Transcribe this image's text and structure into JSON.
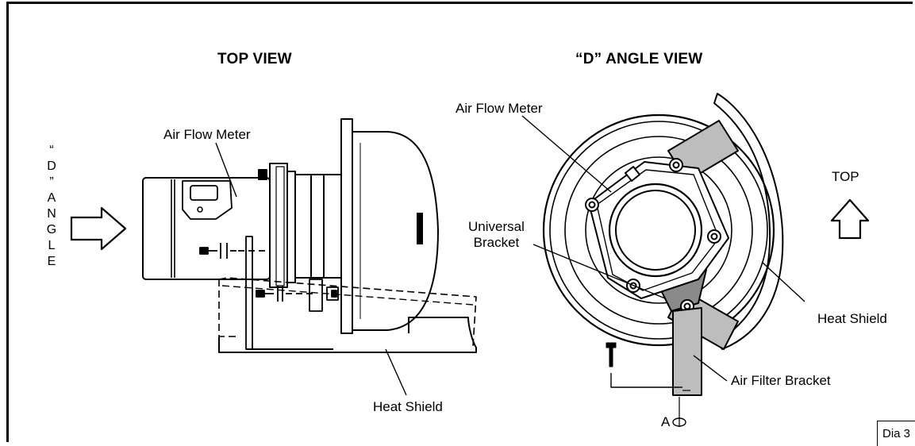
{
  "titles": {
    "top_view": "TOP VIEW",
    "d_angle_view": "“D” ANGLE VIEW"
  },
  "labels": {
    "air_flow_meter_left": "Air Flow Meter",
    "heat_shield_left": "Heat Shield",
    "air_flow_meter_right": "Air Flow Meter",
    "universal_bracket_line1": "Universal",
    "universal_bracket_line2": "Bracket",
    "heat_shield_right": "Heat Shield",
    "air_filter_bracket": "Air Filter Bracket",
    "top": "TOP",
    "point_a": "A"
  },
  "d_angle_vertical": [
    "“",
    "D",
    "”",
    "A",
    "N",
    "G",
    "L",
    "E"
  ],
  "diagram_number": "Dia 3"
}
